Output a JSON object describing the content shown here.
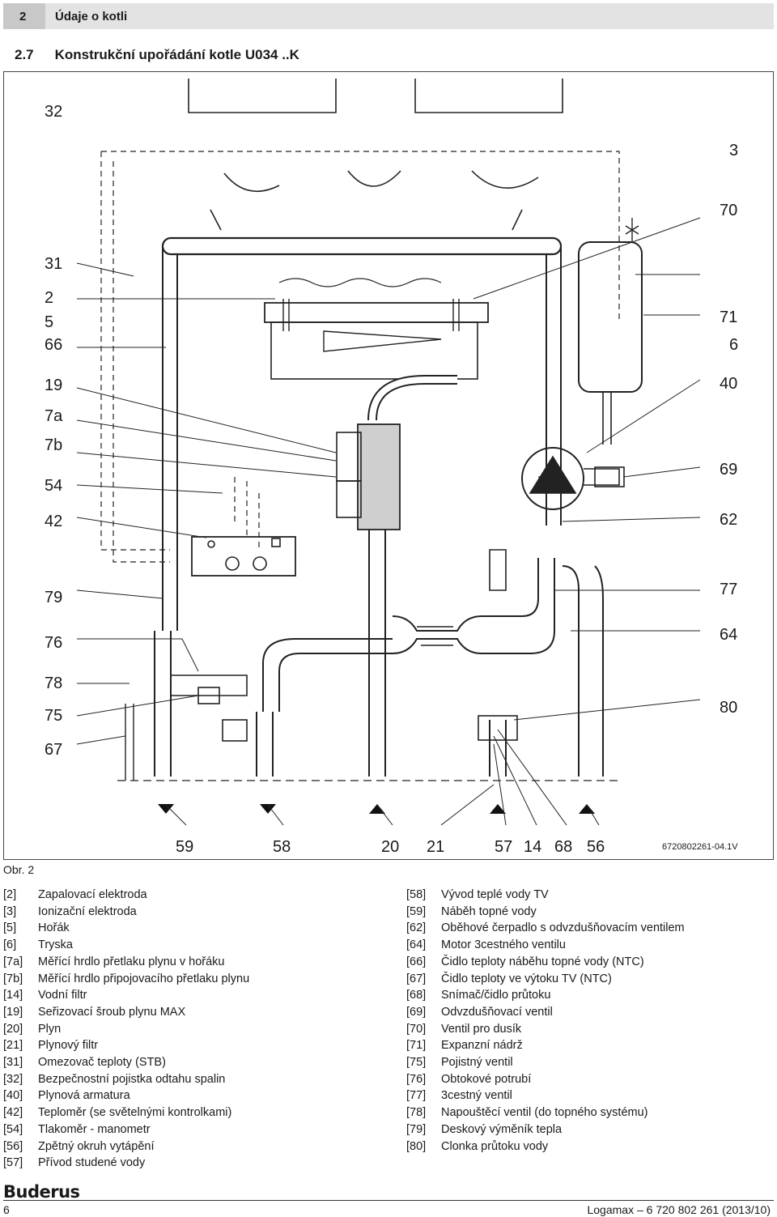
{
  "header": {
    "chapter_number": "2",
    "chapter_title": "Údaje o kotli"
  },
  "section": {
    "number": "2.7",
    "title": "Konstrukční upořádání kotle U034 ..K"
  },
  "figure": {
    "labels_left": [
      "32",
      "31",
      "2",
      "5",
      "66",
      "19",
      "7a",
      "7b",
      "54",
      "42",
      "79",
      "76",
      "78",
      "75",
      "67"
    ],
    "labels_right": [
      "3",
      "70",
      "71",
      "6",
      "40",
      "69",
      "62",
      "77",
      "64",
      "80"
    ],
    "labels_bottom": [
      "59",
      "58",
      "20",
      "21",
      "57",
      "14",
      "68",
      "56"
    ],
    "drawing_id": "6720802261-04.1V",
    "caption": "Obr. 2"
  },
  "legend_left": [
    {
      "key": "[2]",
      "text": "Zapalovací elektroda"
    },
    {
      "key": "[3]",
      "text": "Ionizační elektroda"
    },
    {
      "key": "[5]",
      "text": "Hořák"
    },
    {
      "key": "[6]",
      "text": "Tryska"
    },
    {
      "key": "[7a]",
      "text": "Měřící hrdlo přetlaku plynu v hořáku"
    },
    {
      "key": "[7b]",
      "text": "Měřící hrdlo připojovacího přetlaku plynu"
    },
    {
      "key": "[14]",
      "text": "Vodní filtr"
    },
    {
      "key": "[19]",
      "text": "Seřizovací šroub plynu MAX"
    },
    {
      "key": "[20]",
      "text": "Plyn"
    },
    {
      "key": "[21]",
      "text": "Plynový filtr"
    },
    {
      "key": "[31]",
      "text": "Omezovač teploty (STB)"
    },
    {
      "key": "[32]",
      "text": "Bezpečnostní pojistka odtahu spalin"
    },
    {
      "key": "[40]",
      "text": "Plynová armatura"
    },
    {
      "key": "[42]",
      "text": "Teploměr (se světelnými kontrolkami)"
    },
    {
      "key": "[54]",
      "text": "Tlakoměr - manometr"
    },
    {
      "key": "[56]",
      "text": "Zpětný okruh vytápění"
    },
    {
      "key": "[57]",
      "text": "Přívod studené vody"
    }
  ],
  "legend_right": [
    {
      "key": "[58]",
      "text": "Vývod teplé vody TV"
    },
    {
      "key": "[59]",
      "text": "Náběh topné vody"
    },
    {
      "key": "[62]",
      "text": "Oběhové čerpadlo s odvzdušňovacím ventilem"
    },
    {
      "key": "[64]",
      "text": "Motor 3cestného ventilu"
    },
    {
      "key": "[66]",
      "text": "Čidlo teploty náběhu topné vody (NTC)"
    },
    {
      "key": "[67]",
      "text": "Čidlo teploty ve výtoku TV (NTC)"
    },
    {
      "key": "[68]",
      "text": "Snímač/čidlo průtoku"
    },
    {
      "key": "[69]",
      "text": "Odvzdušňovací ventil"
    },
    {
      "key": "[70]",
      "text": "Ventil pro dusík"
    },
    {
      "key": "[71]",
      "text": "Expanzní nádrž"
    },
    {
      "key": "[75]",
      "text": "Pojistný ventil"
    },
    {
      "key": "[76]",
      "text": "Obtokové potrubí"
    },
    {
      "key": "[77]",
      "text": "3cestný ventil"
    },
    {
      "key": "[78]",
      "text": "Napouštěcí ventil (do topného systému)"
    },
    {
      "key": "[79]",
      "text": "Deskový výměník tepla"
    },
    {
      "key": "[80]",
      "text": "Clonka průtoku vody"
    }
  ],
  "footer": {
    "brand": "Buderus",
    "page_number": "6",
    "doc_ref": "Logamax – 6 720 802 261 (2013/10)"
  }
}
